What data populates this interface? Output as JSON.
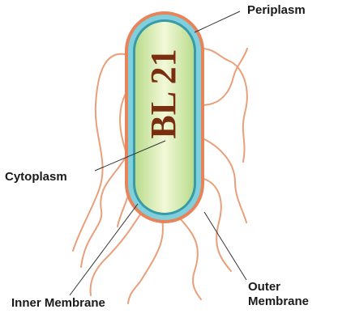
{
  "diagram": {
    "cell_name": "BL 21",
    "labels": {
      "periplasm": "Periplasm",
      "cytoplasm": "Cytoplasm",
      "inner_membrane": "Inner Membrane",
      "outer_membrane_line1": "Outer",
      "outer_membrane_line2": "Membrane"
    },
    "colors": {
      "outer_membrane": "#e8835a",
      "periplasm": "#7fcfdc",
      "inner_membrane": "#3a9aa8",
      "cytoplasm_edge": "#b9dc8c",
      "cytoplasm_center": "#f2f8d8",
      "flagella": "#e9a07a",
      "cell_name": "#7a2e10"
    }
  }
}
